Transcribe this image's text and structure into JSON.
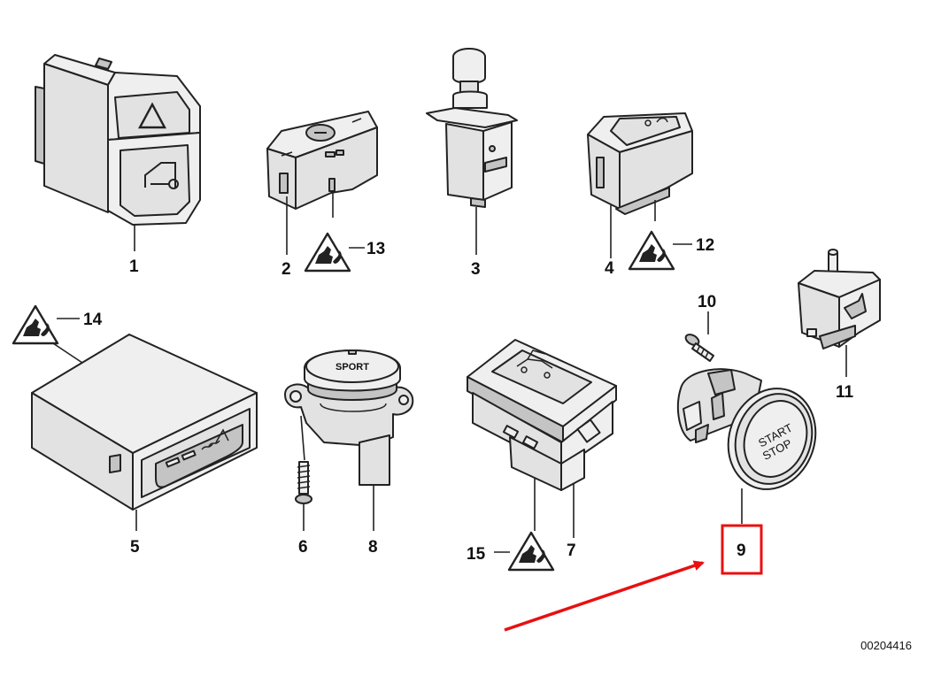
{
  "diagram": {
    "parts": [
      {
        "id": "p1",
        "label": "1"
      },
      {
        "id": "p2",
        "label": "2"
      },
      {
        "id": "p3",
        "label": "3"
      },
      {
        "id": "p4",
        "label": "4"
      },
      {
        "id": "p5",
        "label": "5"
      },
      {
        "id": "p6",
        "label": "6"
      },
      {
        "id": "p7",
        "label": "7"
      },
      {
        "id": "p8",
        "label": "8"
      },
      {
        "id": "p9",
        "label": "9",
        "highlighted": true
      },
      {
        "id": "p10",
        "label": "10"
      },
      {
        "id": "p11",
        "label": "11"
      },
      {
        "id": "p12",
        "label": "12"
      },
      {
        "id": "p13",
        "label": "13"
      },
      {
        "id": "p14",
        "label": "14"
      },
      {
        "id": "p15",
        "label": "15"
      }
    ],
    "button_texts": {
      "sport": "SPORT",
      "start": "START",
      "stop": "STOP"
    },
    "diagram_code": "00204416",
    "colors": {
      "highlight_box": "#e81010",
      "arrow": "#e81010",
      "line": "#222222",
      "part_fill": "#e2e2e2"
    },
    "icons": [
      "hazard-triangle-icon",
      "door-lock-icon",
      "seat-heating-icon",
      "trunk-icon",
      "warning-triangle-icon"
    ]
  }
}
